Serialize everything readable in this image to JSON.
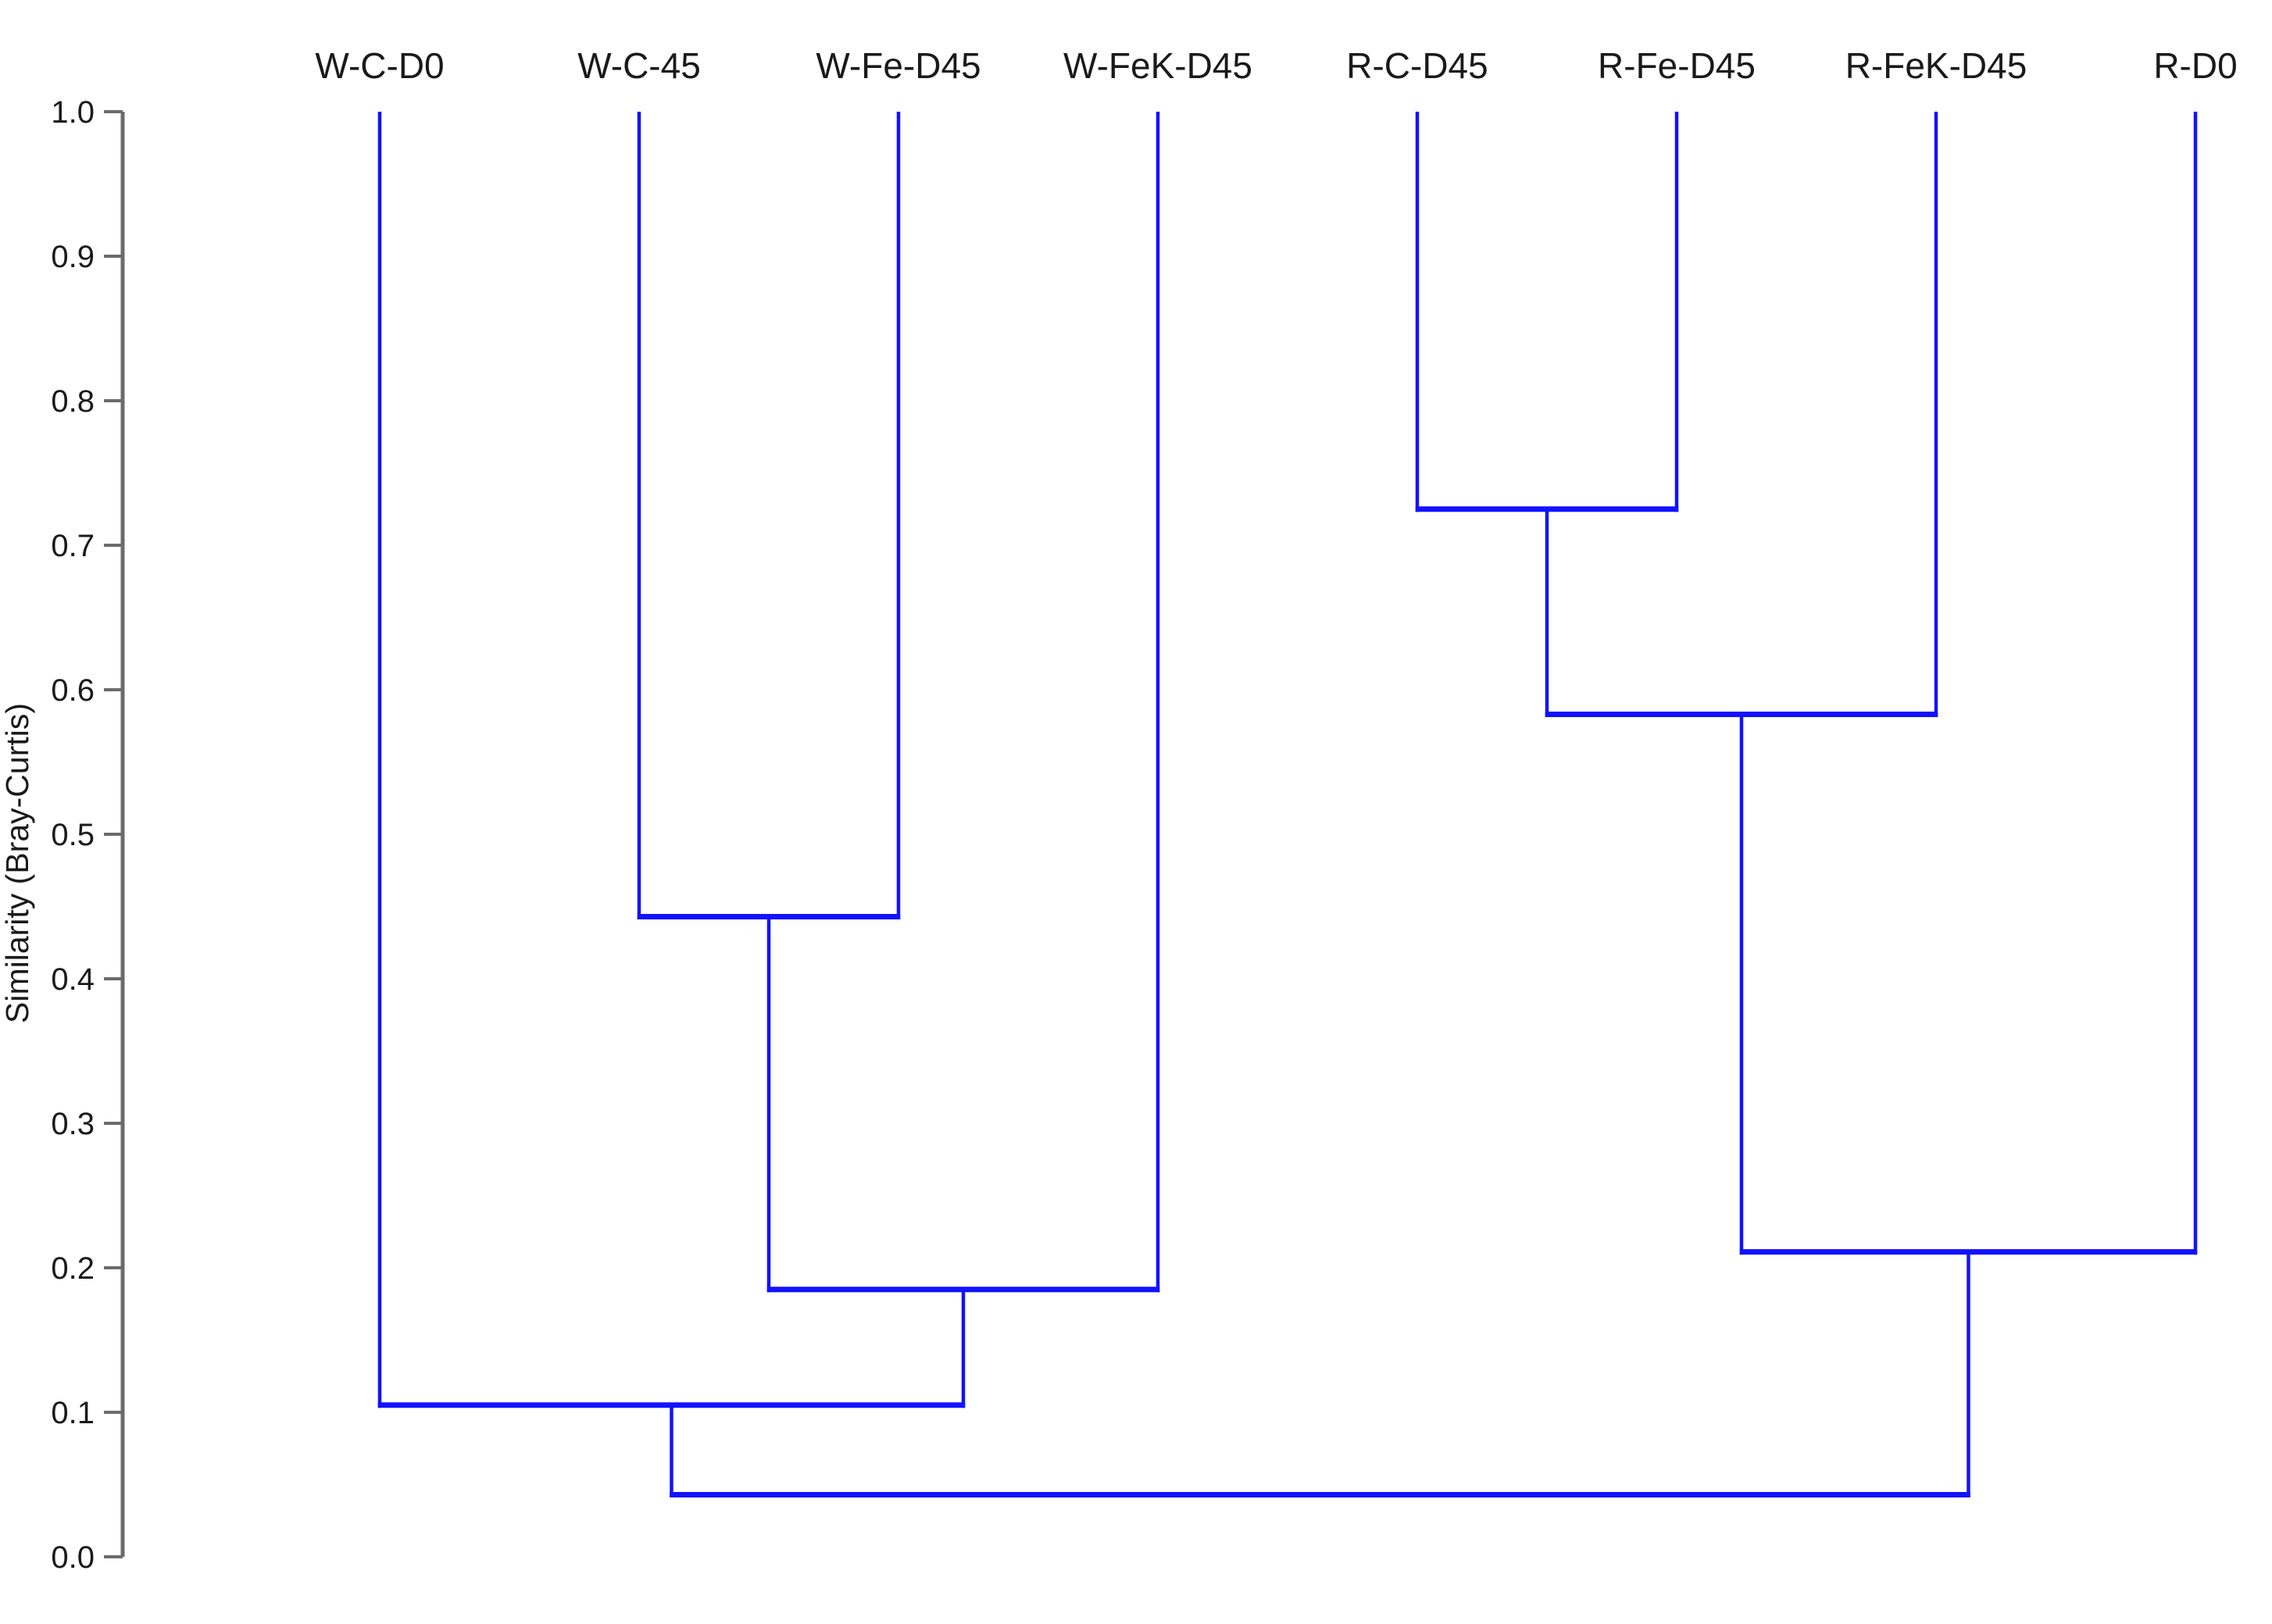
{
  "page": {
    "background": "#ffffff"
  },
  "chart_data": {
    "type": "dendrogram",
    "orientation": "vertical-top-leaves",
    "ylabel": "Similarity (Bray-Curtis)",
    "ylim": [
      0.0,
      1.0
    ],
    "yticks": [
      1.0,
      0.9,
      0.8,
      0.7,
      0.6,
      0.5,
      0.4,
      0.3,
      0.2,
      0.1,
      0.0
    ],
    "grid": false,
    "legend": "none",
    "leaf_order": [
      "W-C-D0",
      "W-C-45",
      "W-Fe-D45",
      "W-FeK-D45",
      "R-C-D45",
      "R-Fe-D45",
      "R-FeK-D45",
      "R-D0"
    ],
    "leaves_start_similarity": 1.0,
    "merges": [
      {
        "id": "M1",
        "left": "R-C-D45",
        "right": "R-Fe-D45",
        "similarity": 0.725
      },
      {
        "id": "M2",
        "left": "M1",
        "right": "R-FeK-D45",
        "similarity": 0.583
      },
      {
        "id": "M3",
        "left": "W-C-45",
        "right": "W-Fe-D45",
        "similarity": 0.443
      },
      {
        "id": "M4",
        "left": "M3",
        "right": "W-FeK-D45",
        "similarity": 0.185
      },
      {
        "id": "M5",
        "left": "M2",
        "right": "R-D0",
        "similarity": 0.211
      },
      {
        "id": "M6",
        "left": "W-C-D0",
        "right": "M4",
        "similarity": 0.105
      },
      {
        "id": "M7",
        "left": "M6",
        "right": "M5",
        "similarity": 0.043
      }
    ],
    "colors": {
      "link": "#1212ff",
      "axis": "#6b6b6b",
      "text": "#1a1a1a"
    }
  }
}
